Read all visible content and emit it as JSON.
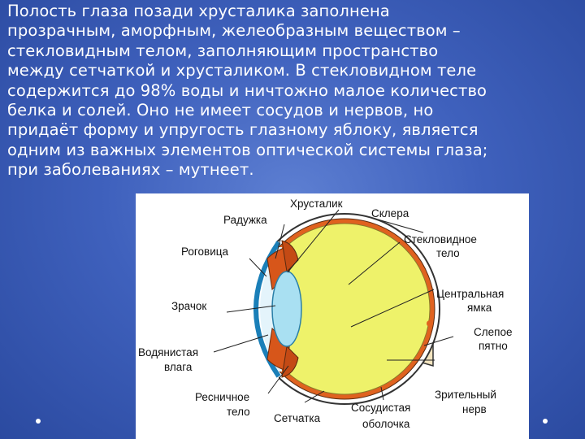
{
  "text_lines": [
    "Полость глаза позади хрусталика заполнена",
    "прозрачным, аморфным, желеобразным веществом –",
    "стекловидным телом, заполняющим пространство",
    "между сетчаткой и хрусталиком. В стекловидном теле",
    "содержится до 98% воды и ничтожно малое количество",
    "белка и солей. Оно не имеет сосудов и нервов, но",
    "придаёт форму и упругость глазному яблоку, является",
    "одним из важных элементов оптической системы глаза;",
    "при заболеваниях – мутнеет."
  ],
  "diagram": {
    "labels": {
      "lens": "Хрусталик",
      "sclera": "Склера",
      "iris": "Радужка",
      "vitreous_1": "Стекловидное",
      "vitreous_2": "тело",
      "cornea": "Роговица",
      "fovea_1": "Центральная",
      "fovea_2": "ямка",
      "pupil": "Зрачок",
      "blind_1": "Слепое",
      "blind_2": "пятно",
      "aqueous_1": "Водянистая",
      "aqueous_2": "влага",
      "ciliary_1": "Ресничное",
      "ciliary_2": "тело",
      "optic_1": "Зрительный",
      "optic_2": "нерв",
      "retina": "Сетчатка",
      "choroid_1": "Сосудистая",
      "choroid_2": "оболочка"
    },
    "colors": {
      "vitreous": "#eef26a",
      "sclera": "#ffffff",
      "choroid": "#e0621f",
      "lens": "#a9e0f2",
      "cornea": "#8ccfe8",
      "optic_nerve": "#f3e4bf"
    }
  }
}
